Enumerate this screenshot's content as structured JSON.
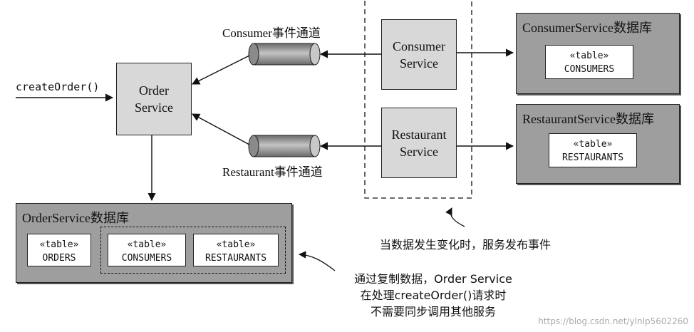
{
  "input_call": "createOrder()",
  "order_service": {
    "line1": "Order",
    "line2": "Service"
  },
  "consumer_service": {
    "line1": "Consumer",
    "line2": "Service"
  },
  "restaurant_service": {
    "line1": "Restaurant",
    "line2": "Service"
  },
  "consumer_channel": "Consumer事件通道",
  "restaurant_channel": "Restaurant事件通道",
  "consumer_db": {
    "title": "ConsumerService数据库",
    "table_tag": "«table»",
    "table_name": "CONSUMERS"
  },
  "restaurant_db": {
    "title": "RestaurantService数据库",
    "table_tag": "«table»",
    "table_name": "RESTAURANTS"
  },
  "order_db": {
    "title": "OrderService数据库",
    "tables": [
      {
        "tag": "«table»",
        "name": "ORDERS"
      },
      {
        "tag": "«table»",
        "name": "CONSUMERS"
      },
      {
        "tag": "«table»",
        "name": "RESTAURANTS"
      }
    ]
  },
  "publish_note": "当数据发生变化时，服务发布事件",
  "replica_note": {
    "line1": "通过复制数据，Order Service",
    "line2": "在处理createOrder()请求时",
    "line3": "不需要同步调用其他服务"
  },
  "watermark": "https://blog.csdn.net/ylnlp5602260"
}
